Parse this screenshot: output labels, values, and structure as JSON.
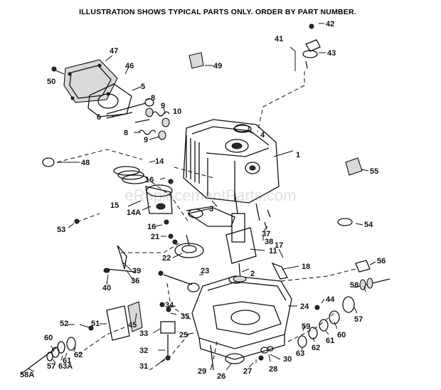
{
  "header": "ILLUSTRATION SHOWS TYPICAL PARTS ONLY. ORDER BY PART NUMBER.",
  "watermark": "eReplacementParts.com",
  "labels": {
    "l1": "1",
    "l2": "2",
    "l3": "3",
    "l4": "4",
    "l5": "5",
    "l6": "6",
    "l8a": "8",
    "l8b": "8",
    "l9a": "9",
    "l9b": "9",
    "l10": "10",
    "l11": "11",
    "l14": "14",
    "l14a": "14A",
    "l15": "15",
    "l16a": "16",
    "l16b": "16",
    "l17": "17",
    "l18": "18",
    "l21": "21",
    "l22": "22",
    "l23": "23",
    "l24": "24",
    "l25": "25",
    "l26": "26",
    "l27": "27",
    "l28": "28",
    "l29": "29",
    "l30": "30",
    "l31": "31",
    "l32": "32",
    "l33": "33",
    "l34": "34",
    "l35": "35",
    "l36": "36",
    "l37": "37",
    "l38": "38",
    "l39": "39",
    "l40": "40",
    "l41": "41",
    "l42": "42",
    "l43": "43",
    "l44": "44",
    "l45": "45",
    "l46": "46",
    "l47": "47",
    "l48": "48",
    "l49": "49",
    "l50": "50",
    "l51": "51",
    "l52": "52",
    "l53": "53",
    "l54": "54",
    "l55": "55",
    "l56": "56",
    "l57a": "57",
    "l57b": "57",
    "l58": "58",
    "l58a": "58A",
    "l59": "59",
    "l60a": "60",
    "l60b": "60",
    "l61a": "61",
    "l61b": "61",
    "l62a": "62",
    "l62b": "62",
    "l63": "63",
    "l63a": "63A"
  }
}
